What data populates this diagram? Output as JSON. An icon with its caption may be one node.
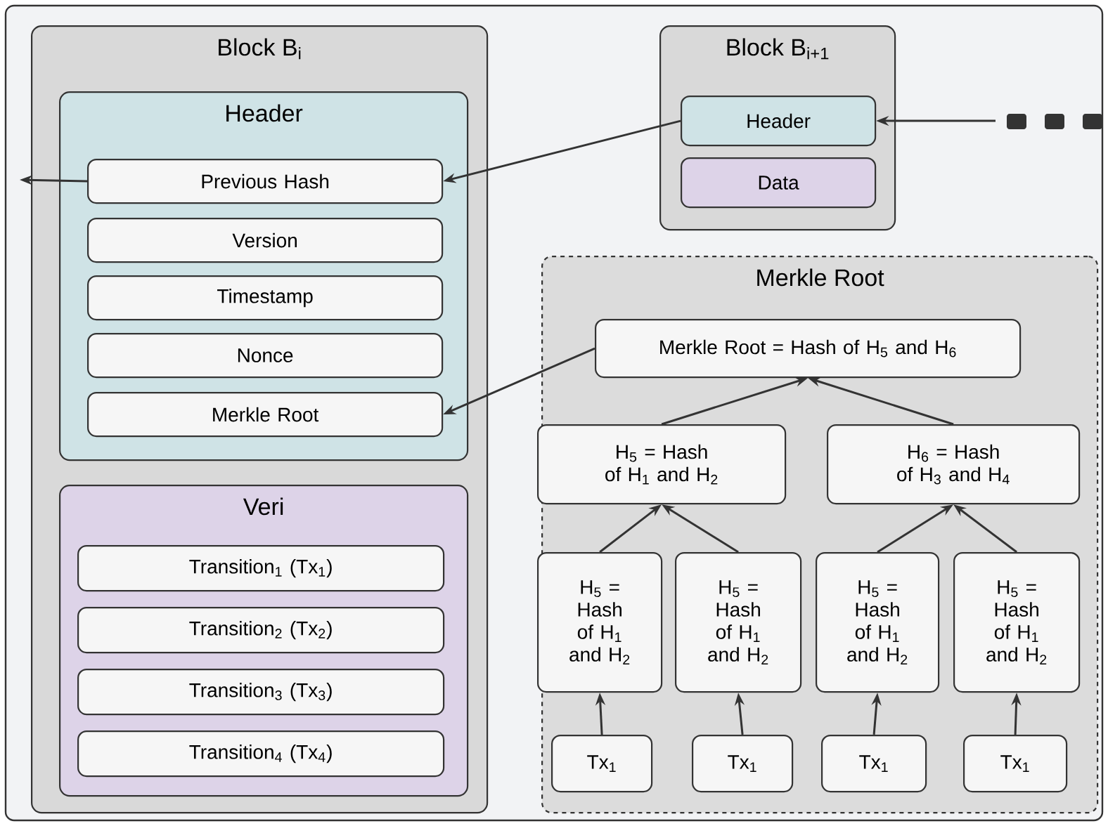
{
  "diagram": {
    "nodes": [
      {
        "text": [
          "Block B$_{i}$"
        ]
      },
      {
        "text": [
          "Header"
        ],
        "in": 0
      },
      {
        "text": [
          "Previous Hash"
        ],
        "in": 1
      },
      {
        "text": [
          "Version"
        ],
        "in": 1
      },
      {
        "text": [
          "Timestamp"
        ],
        "in": 1
      },
      {
        "text": [
          "Nonce"
        ],
        "in": 1
      },
      {
        "text": [
          "Merkle Root"
        ],
        "in": 1
      },
      {
        "text": [
          "Veri"
        ],
        "in": 0
      },
      {
        "text": [
          "Transition$_{1}$ (Tx$_{1}$)"
        ],
        "in": 7
      },
      {
        "text": [
          "Transition$_{2}$ (Tx$_{2}$)"
        ],
        "in": 7
      },
      {
        "text": [
          "Transition$_{3}$ (Tx$_{3}$)"
        ],
        "in": 7
      },
      {
        "text": [
          "Transition$_{4}$ (Tx$_{4}$)"
        ],
        "in": 7
      },
      {
        "text": [
          "Block B$_{i+1}$"
        ]
      },
      {
        "text": [
          "Header"
        ],
        "in": 12
      },
      {
        "text": [
          "Data"
        ],
        "in": 12
      },
      {
        "text": [
          "Merkle Root"
        ]
      },
      {
        "text": [
          "Merkle Root = Hash of H$_{5}$ and H$_{6}$"
        ],
        "in": 15
      },
      {
        "text": [
          "H$_{5}$ = Hash of H$_{1}$ and H$_{2}$"
        ],
        "in": 15
      },
      {
        "text": [
          "H$_{6}$ = Hash of H$_{3}$ and H$_{4}$"
        ],
        "in": 15
      },
      {
        "text": [
          "H$_{5}$ = Hash of H$_{1}$ and H$_{2}$"
        ],
        "in": 15
      },
      {
        "text": [
          "H$_{5}$ = Hash of H$_{1}$ and H$_{2}$"
        ],
        "in": 15
      },
      {
        "text": [
          "H$_{5}$ = Hash of H$_{1}$ and H$_{2}$"
        ],
        "in": 15
      },
      {
        "text": [
          "H$_{5}$ = Hash of H$_{1}$ and H$_{2}$"
        ],
        "in": 15
      },
      {
        "text": [
          "Tx$_{1}$"
        ],
        "in": 15
      },
      {
        "text": [
          "Tx$_{1}$"
        ],
        "in": 15
      },
      {
        "text": [
          "Tx$_{1}$"
        ],
        "in": 15
      },
      {
        "text": [
          "Tx$_{1}$"
        ],
        "in": 15
      }
    ],
    "edges": [
      {
        "from": 2,
        "to": null,
        "arrow": "to"
      },
      {
        "from": 13,
        "to": 2,
        "arrow": "to"
      },
      {
        "from": null,
        "to": 13,
        "arrow": "to"
      },
      {
        "from": 16,
        "to": 6,
        "arrow": "to"
      },
      {
        "from": 17,
        "to": 16,
        "arrow": "to"
      },
      {
        "from": 18,
        "to": 16,
        "arrow": "to"
      },
      {
        "from": 19,
        "to": 17,
        "arrow": "to"
      },
      {
        "from": 20,
        "to": 17,
        "arrow": "to"
      },
      {
        "from": 21,
        "to": 18,
        "arrow": "to"
      },
      {
        "from": 22,
        "to": 18,
        "arrow": "to"
      },
      {
        "from": 23,
        "to": 19,
        "arrow": "to"
      },
      {
        "from": 24,
        "to": 20,
        "arrow": "to"
      },
      {
        "from": 25,
        "to": 21,
        "arrow": "to"
      },
      {
        "from": 26,
        "to": 22,
        "arrow": "to"
      }
    ]
  }
}
